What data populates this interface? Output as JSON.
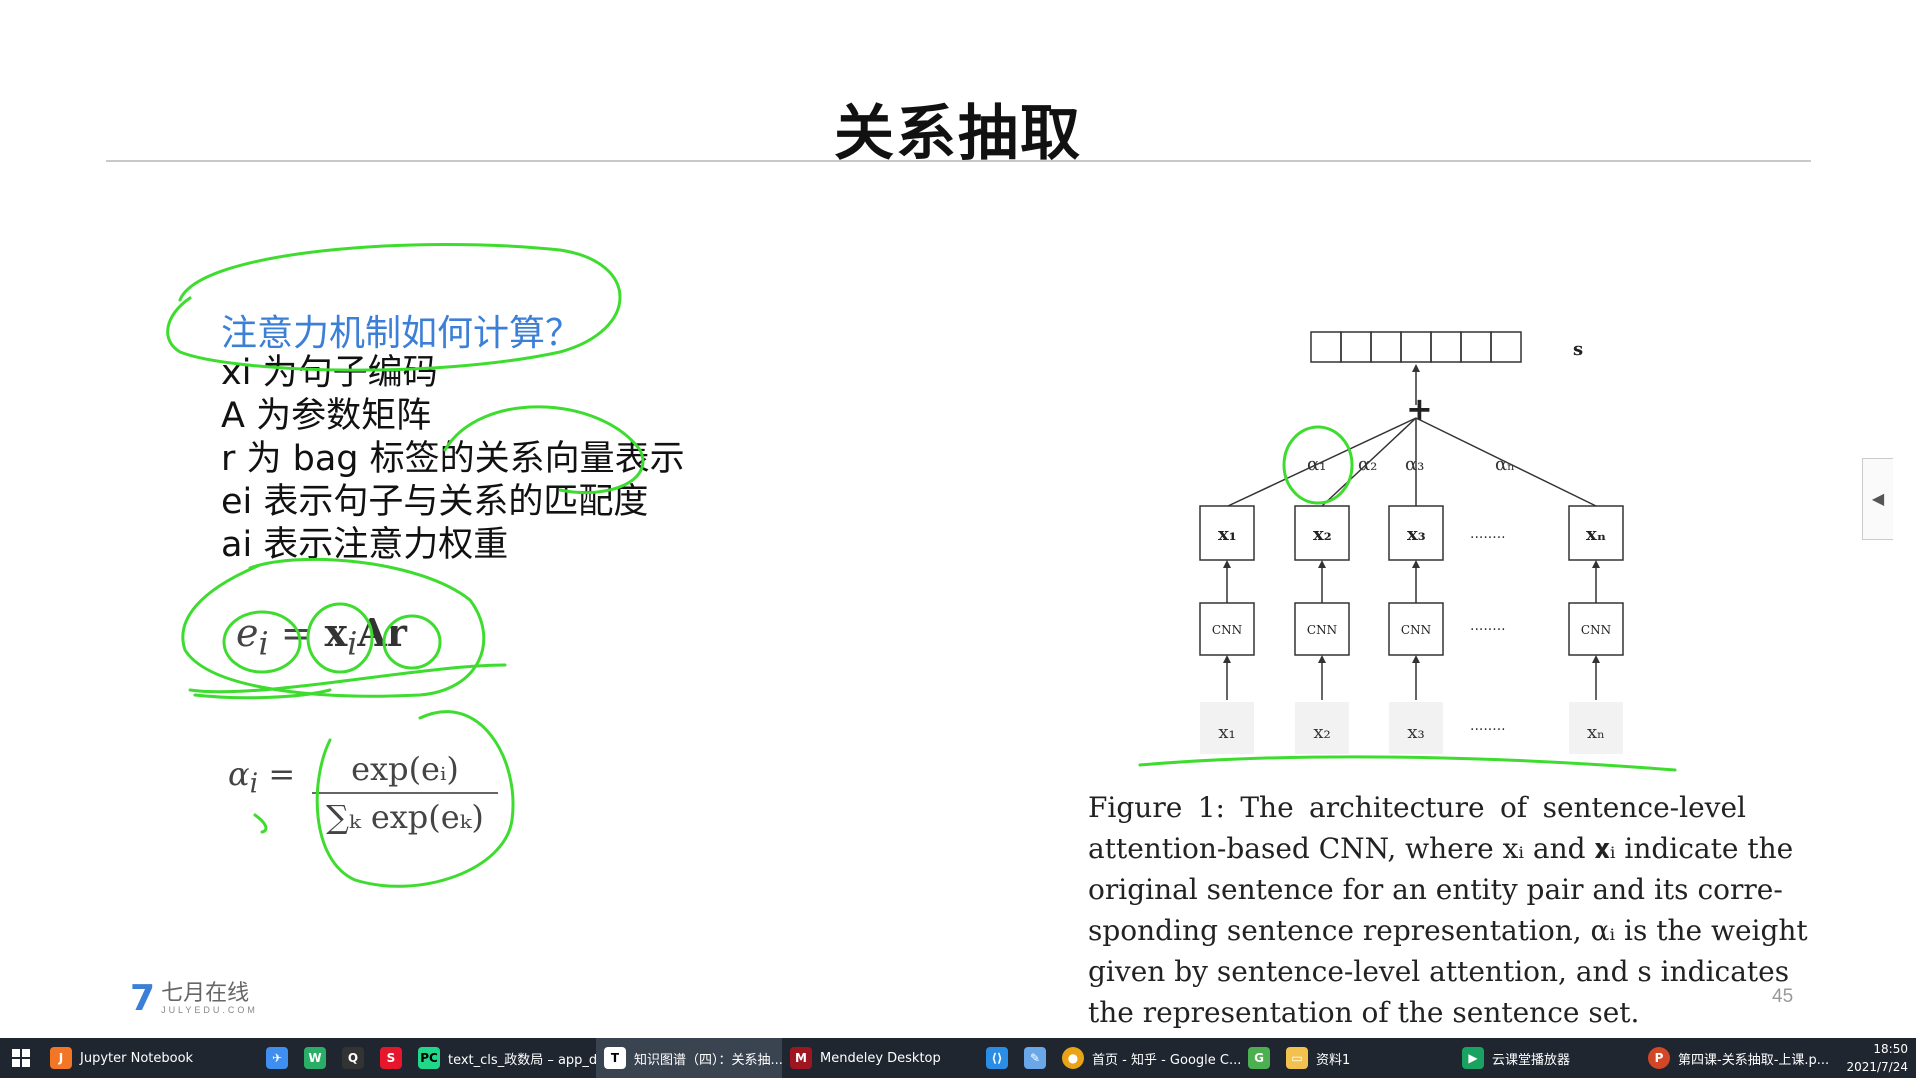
{
  "slide": {
    "title": "关系抽取",
    "question": "注意力机制如何计算？",
    "bullets": [
      "xi 为句子编码",
      "A 为参数矩阵",
      "r 为 bag 标签的关系向量表示",
      "ei 表示句子与关系的匹配度",
      "ai 表示注意力权重"
    ],
    "eq1_lhs": "e",
    "eq1_sub": "i",
    "eq1_eq": " = ",
    "eq1_x": "x",
    "eq1_xsub": "i",
    "eq1_A": "A",
    "eq1_r": "r",
    "eq2_lhs": "α",
    "eq2_sub": "i",
    "eq2_eq": " = ",
    "eq2_num": "exp(eᵢ)",
    "eq2_den": "∑ₖ exp(eₖ)",
    "caption_lines": [
      "Figure 1:  The architecture of sentence-level",
      "attention-based CNN, where xᵢ and 𝐱ᵢ indicate the",
      "original sentence for an entity pair and its corre-",
      "sponding sentence representation, αᵢ is the weight",
      "given by sentence-level attention, and s indicates",
      "the representation of the sentence set."
    ],
    "page_number": "45",
    "logo_text": "七月在线",
    "logo_sub": "JULYEDU.COM"
  },
  "diagram": {
    "s_label": "s",
    "plus": "+",
    "alphas": [
      "α₁",
      "α₂",
      "α₃",
      "αₙ"
    ],
    "rep_nodes": [
      "𝐱₁",
      "𝐱₂",
      "𝐱₃",
      "𝐱ₙ"
    ],
    "cnn_label": "CNN",
    "inputs": [
      "x₁",
      "x₂",
      "x₃",
      "xₙ"
    ],
    "dots": "........"
  },
  "taskbar": {
    "items": [
      {
        "label": "Jupyter Notebook",
        "icon": "jupyter-icon",
        "color": "#f37626"
      },
      {
        "label": "",
        "icon": "feishu-icon",
        "color": "#3f8ef0"
      },
      {
        "label": "",
        "icon": "wechat-icon",
        "color": "#2aae67"
      },
      {
        "label": "",
        "icon": "qq-icon",
        "color": "#222222"
      },
      {
        "label": "",
        "icon": "weibo-icon",
        "color": "#e6162d"
      },
      {
        "label": "text_cls_政数局 – app_d...",
        "icon": "pycharm-icon",
        "color": "#21d789"
      },
      {
        "label": "知识图谱（四）：关系抽...",
        "icon": "typora-icon",
        "color": "#ffffff",
        "active": true
      },
      {
        "label": "Mendeley Desktop",
        "icon": "mendeley-icon",
        "color": "#9d1620"
      },
      {
        "label": "",
        "icon": "vscode-icon",
        "color": "#2b8ee6"
      },
      {
        "label": "",
        "icon": "pen-icon",
        "color": "#6aa7e8"
      },
      {
        "label": "首页 - 知乎 - Google C...",
        "icon": "chrome-icon",
        "color": "#e8a317"
      },
      {
        "label": "",
        "icon": "game-icon",
        "color": "#4caf50"
      },
      {
        "label": "资料1",
        "icon": "folder-icon",
        "color": "#f2c14e"
      },
      {
        "label": "云课堂播放器",
        "icon": "cloudclass-icon",
        "color": "#1aa260"
      },
      {
        "label": "第四课-关系抽取-上课.p...",
        "icon": "powerpoint-icon",
        "color": "#d24726"
      }
    ],
    "time": "18:50",
    "date": "2021/7/24"
  }
}
